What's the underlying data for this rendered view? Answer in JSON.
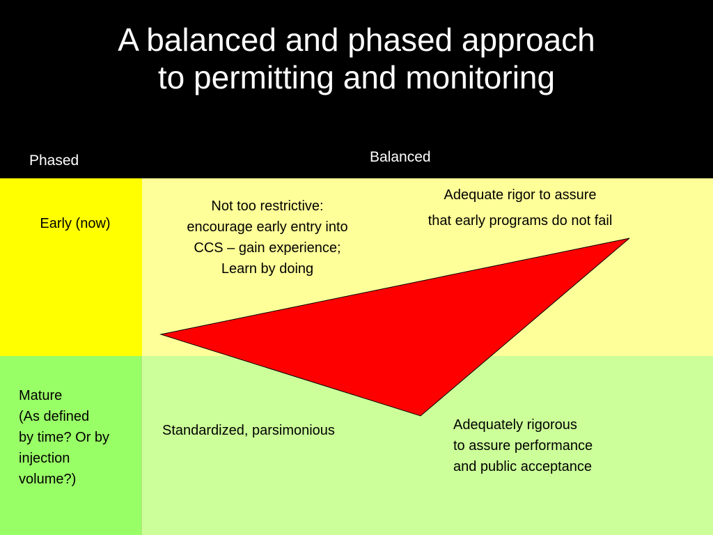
{
  "title": {
    "line1": "A balanced and phased approach",
    "line2": "to permitting and monitoring"
  },
  "headers": {
    "phased": "Phased",
    "balanced": "Balanced"
  },
  "rows": {
    "early": {
      "label": "Early (now)",
      "left_lines": [
        "Not too restrictive:",
        "encourage early entry into",
        "CCS – gain experience;",
        "Learn by doing"
      ],
      "right_lines": [
        "Adequate rigor to assure",
        "that early programs do not fail"
      ]
    },
    "mature": {
      "label_lines": [
        "Mature",
        "(As defined",
        "by time? Or by",
        "injection",
        "volume?)"
      ],
      "left_text": "Standardized, parsimonious",
      "right_lines": [
        "Adequately rigorous",
        "to assure  performance",
        "and public acceptance"
      ]
    }
  },
  "colors": {
    "background": "#000000",
    "early_label_fill": "#ffff00",
    "early_body_fill": "#ffff99",
    "mature_label_fill": "#99ff66",
    "mature_body_fill": "#ccff99",
    "triangle_fill": "#ff0000",
    "triangle_stroke": "#000000"
  },
  "shapes": {
    "triangle": "red-triangle-arrow"
  }
}
